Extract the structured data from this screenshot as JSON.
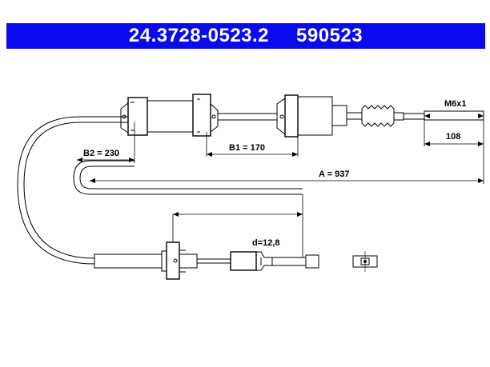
{
  "header": {
    "part_number": "24.3728-0523.2",
    "reference": "590523",
    "background_color": "#0a0af0",
    "text_color": "#ffffff"
  },
  "dimensions": {
    "thread": "M6x1",
    "thread_length": "108",
    "b2": "B2 = 230",
    "b1": "B1 = 170",
    "a": "A = 937",
    "d": "d=12,8"
  }
}
